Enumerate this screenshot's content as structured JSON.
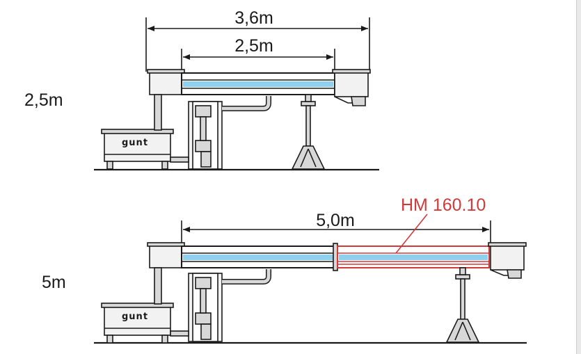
{
  "colors": {
    "water": "#8fd0ee",
    "highlight": "#d23a3a",
    "line": "#1a1a1a",
    "metal": "#d8d8d8"
  },
  "top": {
    "row_label": "2,5m",
    "dim_outer": "3,6m",
    "dim_inner": "2,5m",
    "logo": "gunt"
  },
  "bottom": {
    "row_label": "5m",
    "dim_length": "5,0m",
    "module_label": "HM 160.10",
    "logo": "gunt"
  }
}
